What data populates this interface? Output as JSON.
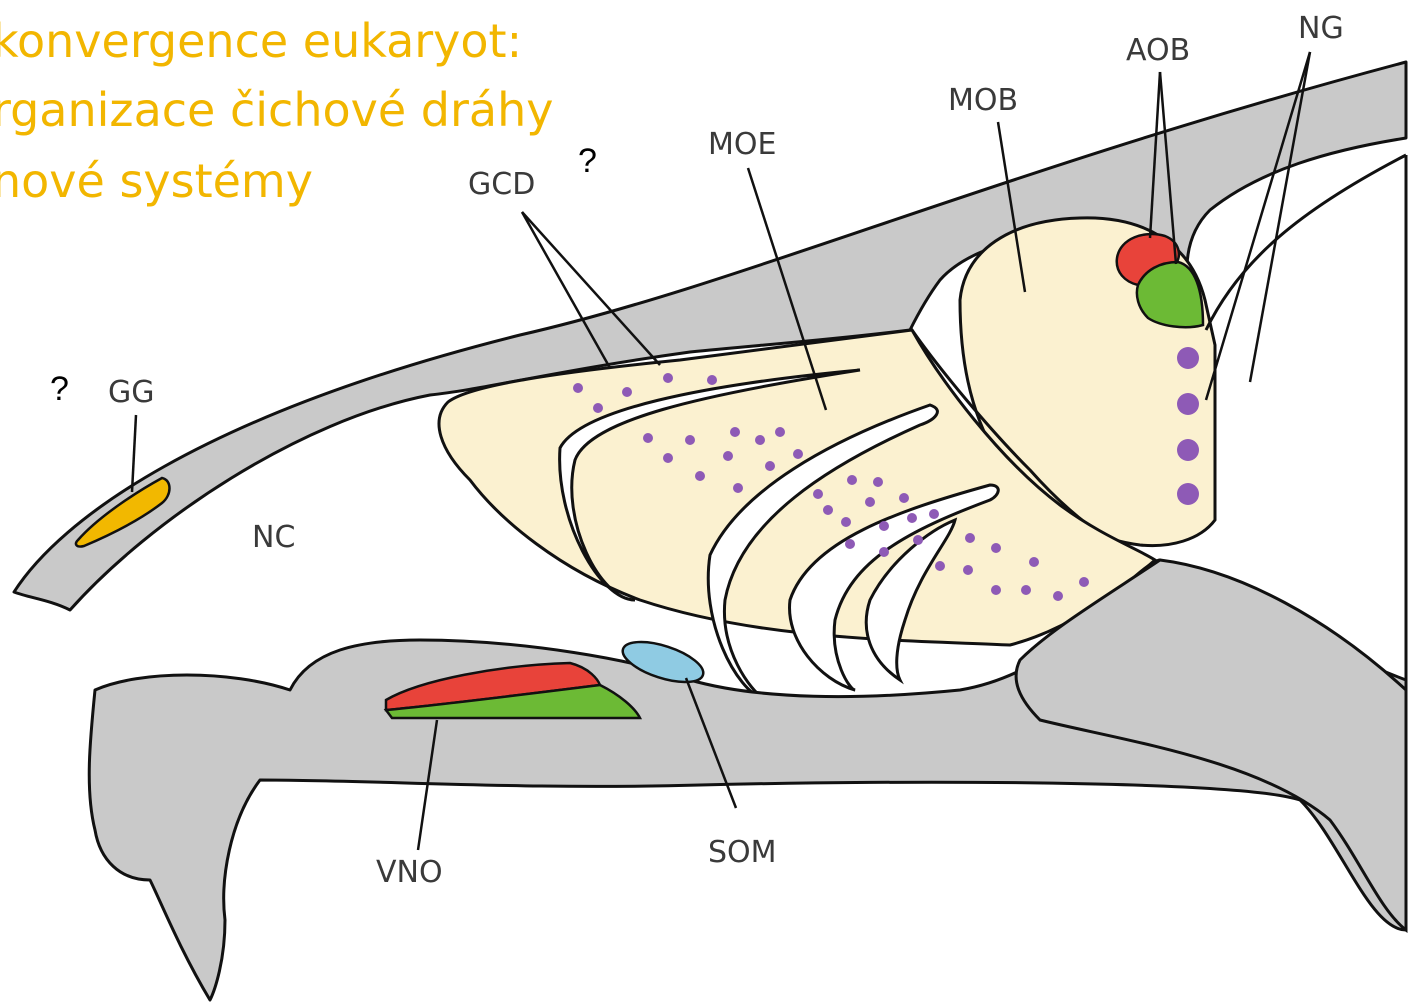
{
  "title_lines": [
    "konvergence eukaryot:",
    "rganizace čichové dráhy",
    "nové systémy"
  ],
  "labels": {
    "gg": "GG",
    "nc": "NC",
    "gcd": "GCD",
    "moe": "MOE",
    "mob": "MOB",
    "aob": "AOB",
    "ng": "NG",
    "vno": "VNO",
    "som": "SOM"
  },
  "question_marks": [
    "?",
    "?"
  ],
  "colors": {
    "title": "#f2b600",
    "bone": "#c9c9c9",
    "epithelium": "#fbf1d0",
    "gg_ganglion": "#f2b800",
    "vno_red": "#e8433a",
    "vno_green": "#6cba35",
    "som": "#8fcbe3",
    "neurons": "#8e5ab6"
  }
}
